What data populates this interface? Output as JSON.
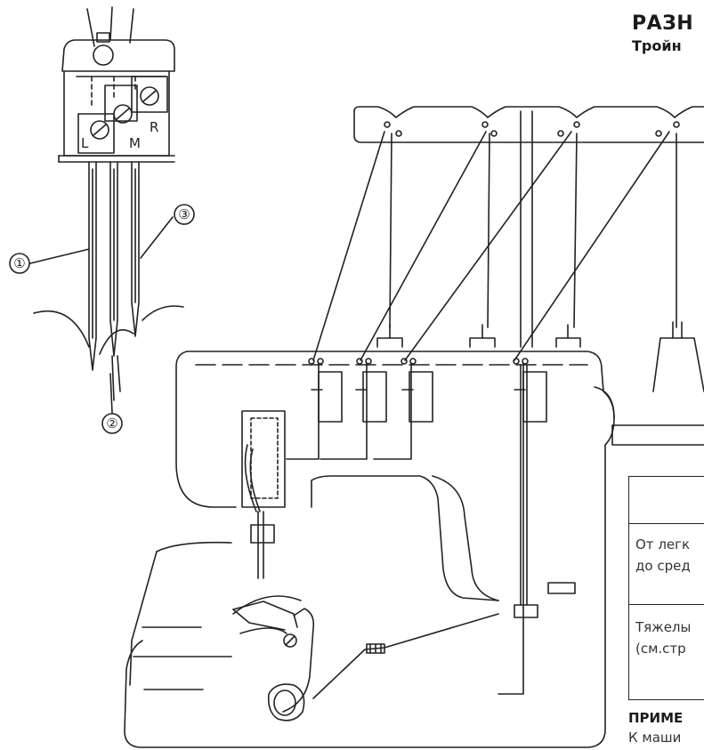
{
  "page": {
    "heading": "РАЗН",
    "subheading": "Тройн"
  },
  "figure": {
    "callouts": [
      "①",
      "②",
      "③"
    ],
    "needle_labels": [
      "L",
      "M",
      "R"
    ]
  },
  "table": {
    "rows": [
      {
        "line1": "От легк",
        "line2": "до сред"
      },
      {
        "line1": "Тяжелы",
        "line2": "(см.стр"
      }
    ]
  },
  "note": {
    "title": "ПРИМЕ",
    "text": "К маши"
  }
}
